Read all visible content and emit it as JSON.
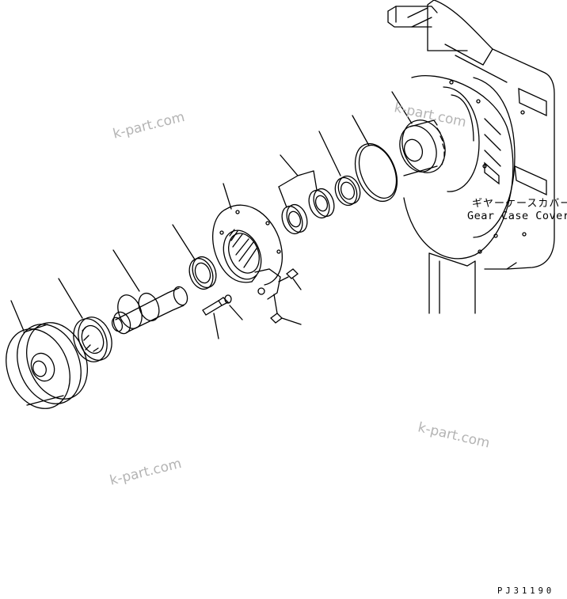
{
  "labels": {
    "gear_case_cover_jp": "ギヤーケースカバー",
    "gear_case_cover_en": "Gear Case Cover"
  },
  "drawing_code": "PJ31190",
  "watermark": "k-part.com"
}
